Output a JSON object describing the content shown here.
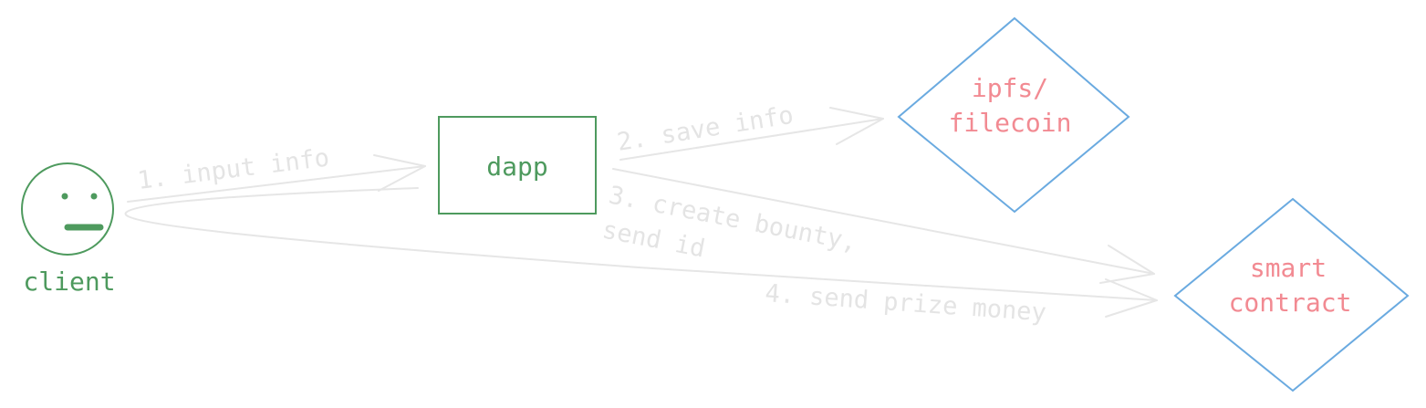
{
  "colors": {
    "actor": "#4e9a5e",
    "process": "#4e9a5e",
    "store": "#6aaae0",
    "store_text": "#f28a92",
    "edge": "#e6e6e6",
    "edge_text": "#e2e2e2",
    "background": "#ffffff"
  },
  "nodes": {
    "client": {
      "label": "client",
      "shape": "actor-face",
      "icon": "neutral-face-icon"
    },
    "dapp": {
      "label": "dapp",
      "shape": "rectangle"
    },
    "ipfs": {
      "label_line1": "ipfs/",
      "label_line2": "filecoin",
      "shape": "diamond"
    },
    "contract": {
      "label_line1": "smart",
      "label_line2": "contract",
      "shape": "diamond"
    }
  },
  "edges": {
    "input_info": {
      "label": "1. input info",
      "from": "client",
      "to": "dapp"
    },
    "save_info": {
      "label": "2. save info",
      "from": "dapp",
      "to": "ipfs"
    },
    "create_bounty": {
      "label_line1": "3. create bounty,",
      "label_line2": "send id",
      "from": "dapp",
      "to": "contract"
    },
    "send_prize": {
      "label": "4. send prize money",
      "from": "client",
      "to": "contract"
    }
  }
}
